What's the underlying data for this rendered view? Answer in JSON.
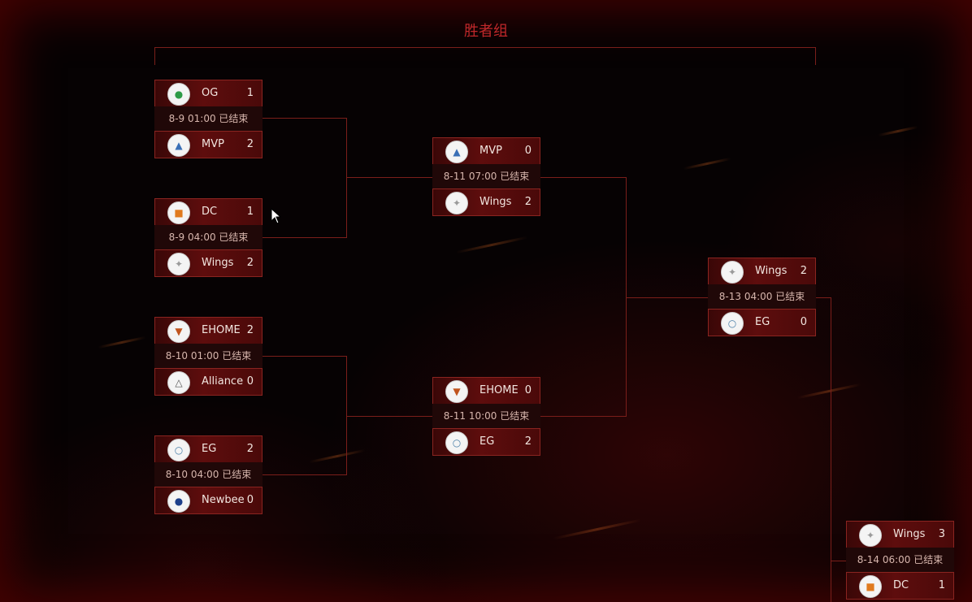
{
  "bracket": {
    "title": "胜者组",
    "matches": [
      {
        "id": "r1m1",
        "info": "8-9 01:00 已结束",
        "top": {
          "name": "OG",
          "score": "1",
          "logo": "og-logo-icon",
          "color": "#2e9b47"
        },
        "bottom": {
          "name": "MVP",
          "score": "2",
          "logo": "mvp-logo-icon",
          "color": "#3a6fb6"
        }
      },
      {
        "id": "r1m2",
        "info": "8-9 04:00 已结束",
        "top": {
          "name": "DC",
          "score": "1",
          "logo": "dc-logo-icon",
          "color": "#e07a1e"
        },
        "bottom": {
          "name": "Wings",
          "score": "2",
          "logo": "wings-logo-icon",
          "color": "#9a9a9a"
        }
      },
      {
        "id": "r1m3",
        "info": "8-10 01:00 已结束",
        "top": {
          "name": "EHOME",
          "score": "2",
          "logo": "ehome-logo-icon",
          "color": "#c0541e"
        },
        "bottom": {
          "name": "Alliance",
          "score": "0",
          "logo": "alliance-logo-icon",
          "color": "#555555"
        }
      },
      {
        "id": "r1m4",
        "info": "8-10 04:00 已结束",
        "top": {
          "name": "EG",
          "score": "2",
          "logo": "eg-logo-icon",
          "color": "#4a7fa8"
        },
        "bottom": {
          "name": "Newbee",
          "score": "0",
          "logo": "newbee-logo-icon",
          "color": "#1d3f8a"
        }
      },
      {
        "id": "r2m1",
        "info": "8-11 07:00 已结束",
        "top": {
          "name": "MVP",
          "score": "0",
          "logo": "mvp-logo-icon",
          "color": "#3a6fb6"
        },
        "bottom": {
          "name": "Wings",
          "score": "2",
          "logo": "wings-logo-icon",
          "color": "#9a9a9a"
        }
      },
      {
        "id": "r2m2",
        "info": "8-11 10:00 已结束",
        "top": {
          "name": "EHOME",
          "score": "0",
          "logo": "ehome-logo-icon",
          "color": "#c0541e"
        },
        "bottom": {
          "name": "EG",
          "score": "2",
          "logo": "eg-logo-icon",
          "color": "#4a7fa8"
        }
      },
      {
        "id": "r3m1",
        "info": "8-13 04:00 已结束",
        "top": {
          "name": "Wings",
          "score": "2",
          "logo": "wings-logo-icon",
          "color": "#9a9a9a"
        },
        "bottom": {
          "name": "EG",
          "score": "0",
          "logo": "eg-logo-icon",
          "color": "#4a7fa8"
        }
      },
      {
        "id": "final",
        "info": "8-14 06:00 已结束",
        "top": {
          "name": "Wings",
          "score": "3",
          "logo": "wings-logo-icon",
          "color": "#9a9a9a"
        },
        "bottom": {
          "name": "DC",
          "score": "1",
          "logo": "dc-logo-icon",
          "color": "#e07a1e"
        }
      }
    ]
  },
  "colors": {
    "accent": "#c0282a",
    "connector": "#7a1e1a",
    "team_bg": "#5e0d0d",
    "info_bg": "#200808"
  }
}
